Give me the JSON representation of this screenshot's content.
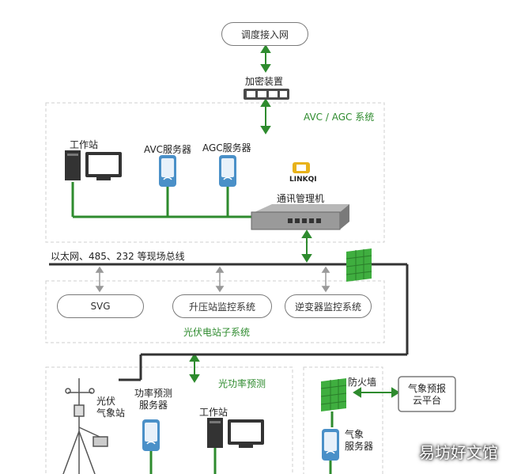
{
  "dispatch_network": "调度接入网",
  "encryption_device": "加密装置",
  "avc_agc_system": "AVC / AGC 系统",
  "workstation_top": "工作站",
  "avc_server": "AVC服务器",
  "agc_server": "AGC服务器",
  "logo_text": "LINKQI",
  "comm_manager": "通讯管理机",
  "fieldbus_label": "以太网、485、232 等现场总线",
  "svg_label": "SVG",
  "boost_station": "升压站监控系统",
  "inverter_monitor": "逆变器监控系统",
  "pv_subsystem": "光伏电站子系统",
  "pv_power_forecast": "光功率预测",
  "pv_weather_station": "光伏\n气象站",
  "power_forecast_server": "功率预测\n服务器",
  "workstation_bottom": "工作站",
  "firewall": "防火墙",
  "weather_forecast_cloud": "气象预报\n云平台",
  "weather_server": "气象\n服务器",
  "watermark": "易坊好文馆",
  "colors": {
    "green_line": "#2e8b2e",
    "dark_line": "#333333",
    "firewall_green": "#3fae3f",
    "server_blue": "#4a90c8"
  }
}
